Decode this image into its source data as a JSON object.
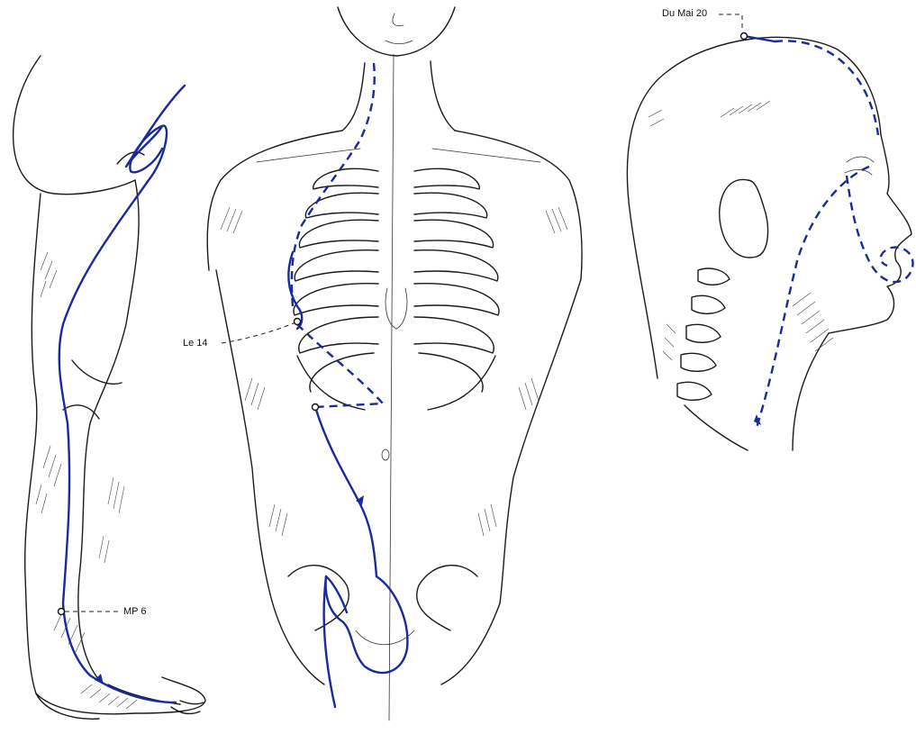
{
  "colors": {
    "meridian": "#1a2a9c",
    "ink": "#1a1a1a"
  },
  "labels": {
    "du_mai_20": "Du Mai 20",
    "le_14": "Le 14",
    "mp_6": "MP 6"
  }
}
